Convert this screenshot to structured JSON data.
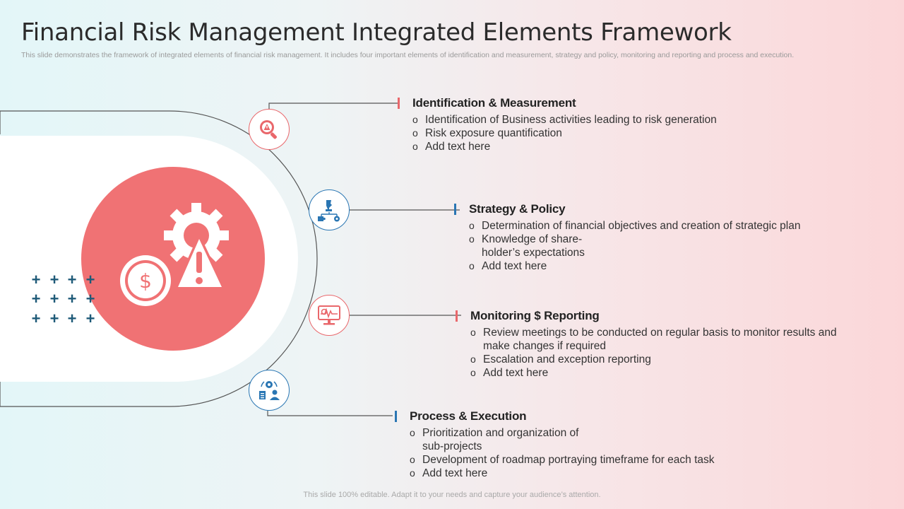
{
  "slide": {
    "title": "Financial Risk Management Integrated Elements Framework",
    "subtitle": "This slide demonstrates the framework of integrated elements of financial risk management. It includes four important elements of identification and measurement, strategy and policy,  monitoring and reporting and process and execution.",
    "footer": "This slide 100% editable. Adapt it to your needs and capture your audience’s attention."
  },
  "colors": {
    "accent_red": "#e9676b",
    "accent_blue": "#2a76b3",
    "main_circle": "#f07274",
    "plus": "#1e5a78"
  },
  "center_icon": "dollar-gear-warning-icon",
  "elements": [
    {
      "heading": "Identification & Measurement",
      "icon": "magnifier-warning-icon",
      "accent": "red",
      "items": [
        "Identification of Business activities leading to risk generation",
        "Risk exposure quantification",
        "Add text here"
      ]
    },
    {
      "heading": "Strategy & Policy",
      "icon": "chess-strategy-icon",
      "accent": "blue",
      "items": [
        "Determination of financial objectives and creation of strategic plan",
        "Knowledge of share-\nholder’s expectations",
        "Add text here"
      ]
    },
    {
      "heading": "Monitoring $ Reporting",
      "icon": "monitor-pulse-icon",
      "accent": "red",
      "items": [
        "Review meetings to be conducted on regular basis to monitor results and make changes if required",
        "Escalation and exception reporting",
        "Add text here"
      ]
    },
    {
      "heading": "Process & Execution",
      "icon": "process-team-icon",
      "accent": "blue",
      "items": [
        "Prioritization and organization of\nsub-projects",
        "Development of roadmap portraying timeframe for each task",
        "Add text here"
      ]
    }
  ]
}
